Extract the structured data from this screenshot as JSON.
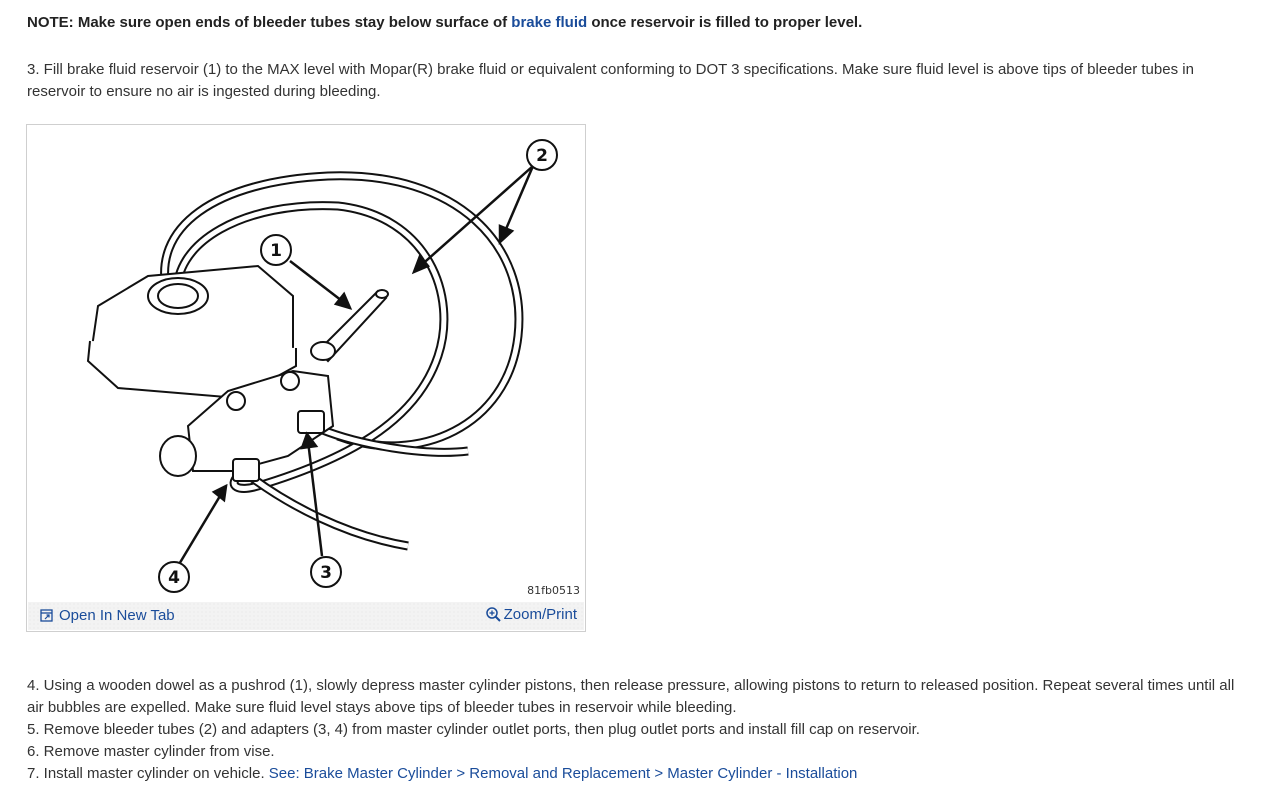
{
  "note": {
    "prefix": "NOTE: Make sure open ends of bleeder tubes stay below surface of ",
    "link": "brake fluid",
    "suffix": " once reservoir is filled to proper level."
  },
  "step3": " 3. Fill brake fluid reservoir (1) to the MAX level with Mopar(R) brake fluid or equivalent conforming to DOT 3 specifications. Make sure fluid level is above tips of bleeder tubes in reservoir to ensure no air is ingested during bleeding.",
  "figure": {
    "callouts": [
      "1",
      "2",
      "3",
      "4"
    ],
    "code": "81fb0513",
    "open_tab_label": "Open In New Tab",
    "zoom_label": "Zoom/Print",
    "open_tab_icon": "external-window-icon",
    "zoom_icon": "magnifier-plus-icon",
    "link_color": "#1a4c9a"
  },
  "steps": {
    "step4": " 4. Using a wooden dowel as a pushrod (1), slowly depress master cylinder pistons, then release pressure, allowing pistons to return to released position. Repeat several times until all air bubbles are expelled. Make sure fluid level stays above tips of bleeder tubes in reservoir while bleeding.",
    "step5": " 5. Remove bleeder tubes (2) and adapters (3, 4) from master cylinder outlet ports, then plug outlet ports and install fill cap on reservoir.",
    "step6": " 6. Remove master cylinder from vise.",
    "step7_text": " 7. Install master cylinder on vehicle. ",
    "step7_link": "See: Brake Master Cylinder > Removal and Replacement > Master Cylinder - Installation"
  }
}
